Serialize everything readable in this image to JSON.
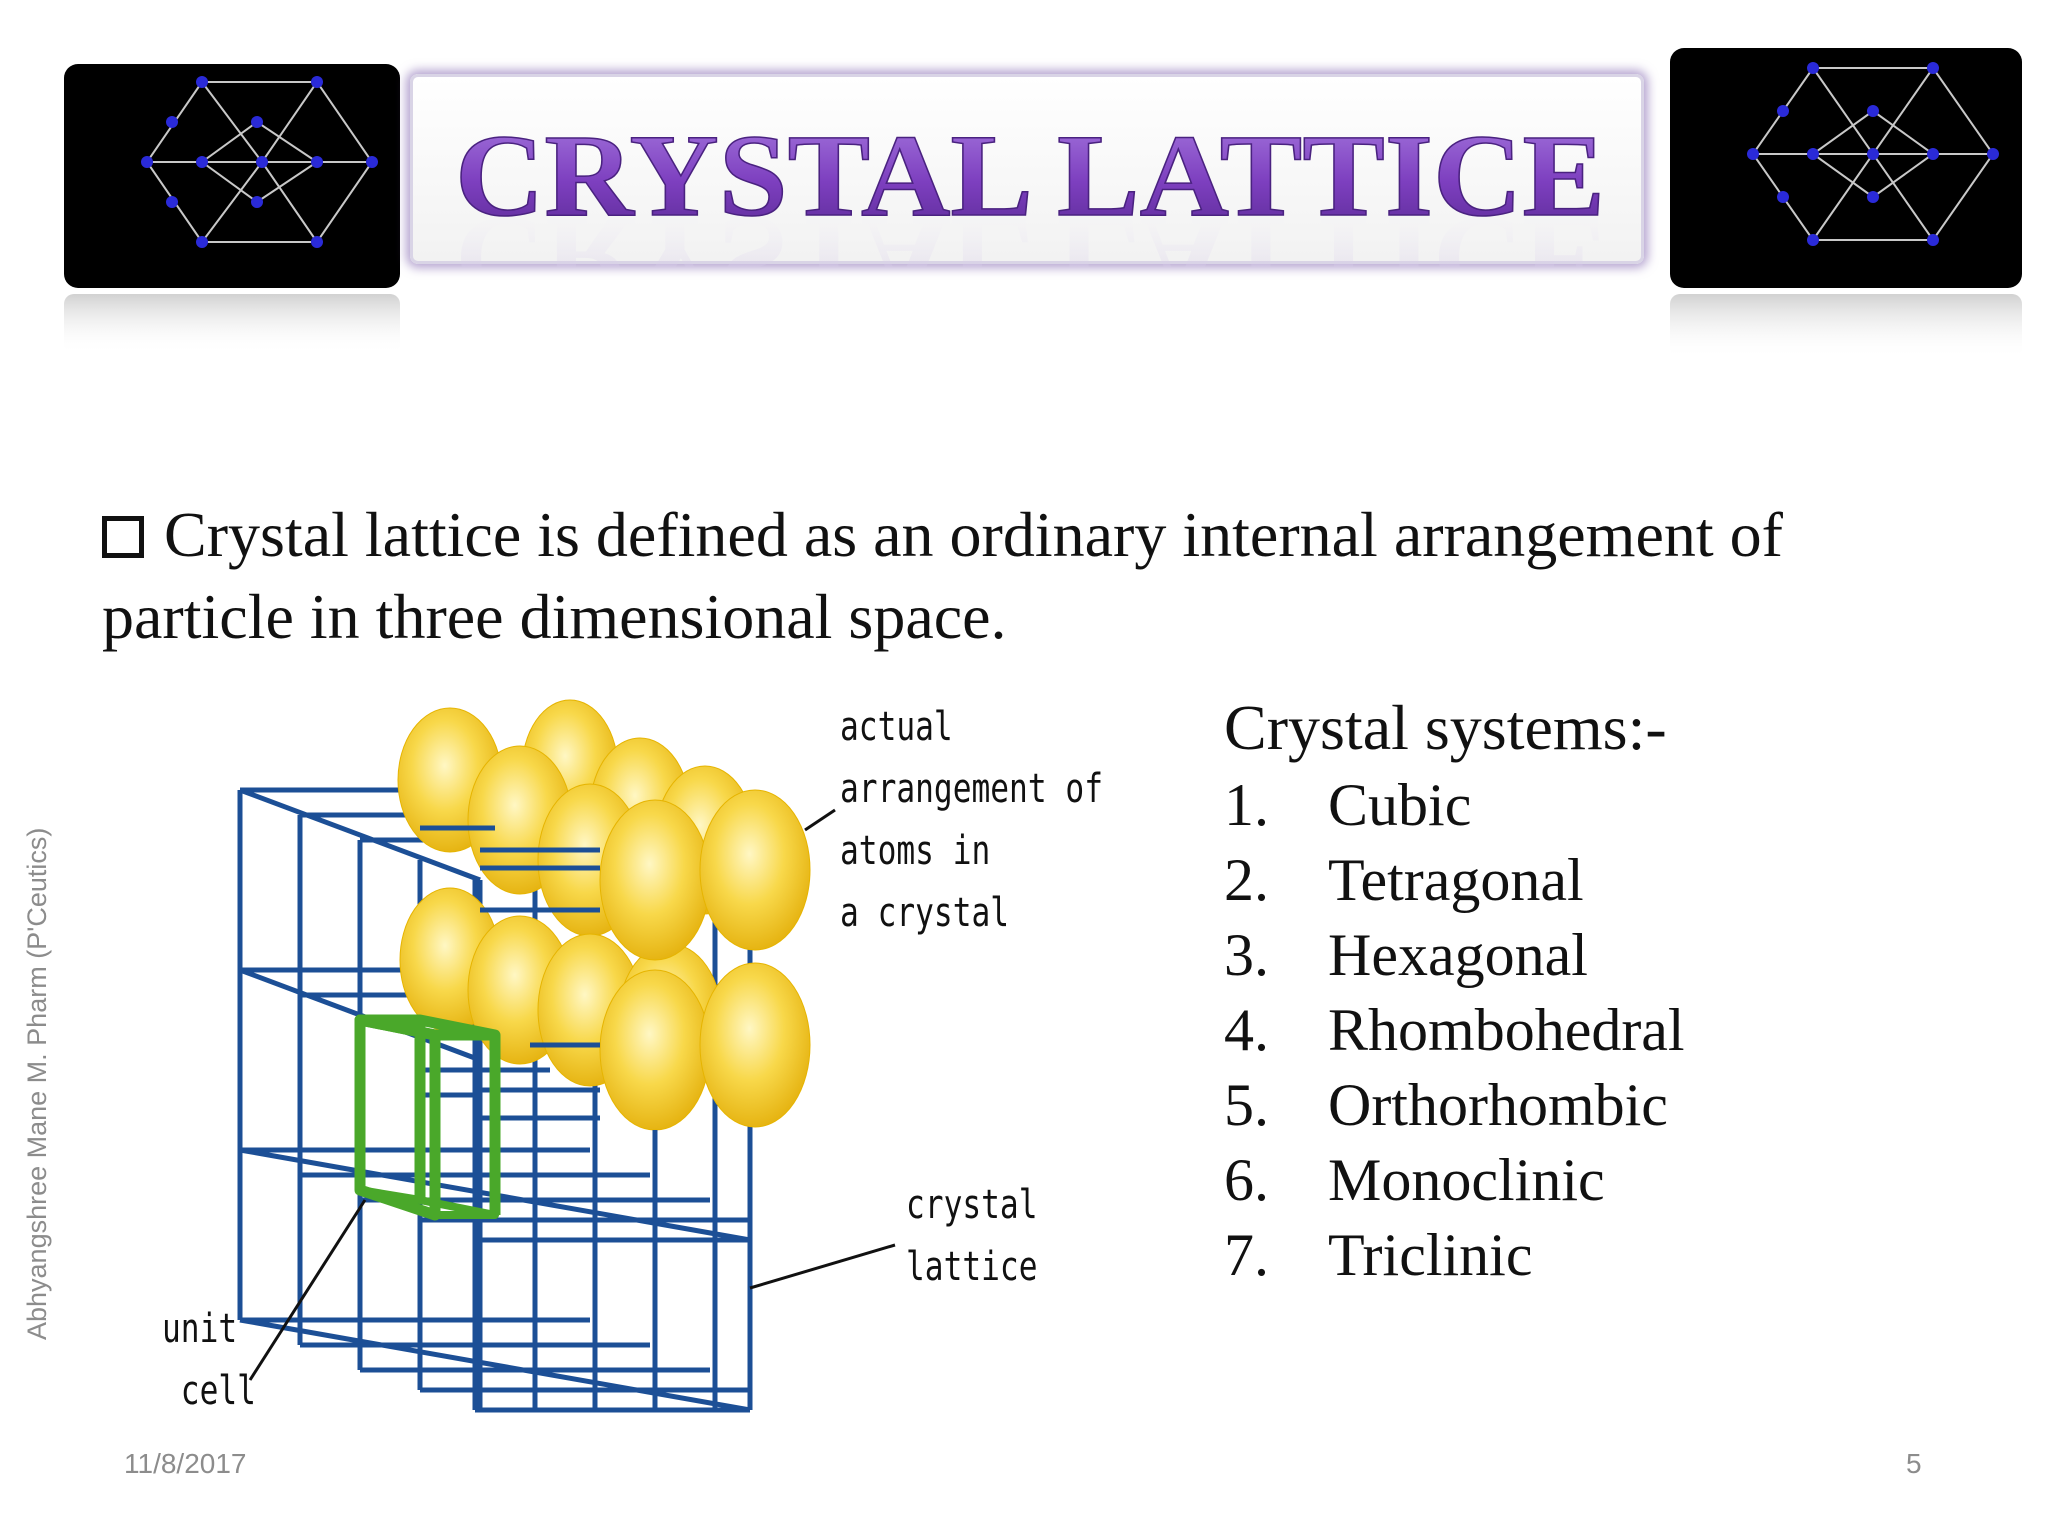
{
  "slide": {
    "title": "CRYSTAL LATTICE",
    "definition": "Crystal lattice is defined as an ordinary internal arrangement of particle in three dimensional space.",
    "systems_heading": "Crystal systems:-",
    "systems": [
      {
        "num": "1.",
        "name": "Cubic"
      },
      {
        "num": "2.",
        "name": "Tetragonal"
      },
      {
        "num": "3.",
        "name": "Hexagonal"
      },
      {
        "num": "4.",
        "name": "Rhombohedral"
      },
      {
        "num": "5.",
        "name": "Orthorhombic"
      },
      {
        "num": "6.",
        "name": "Monoclinic"
      },
      {
        "num": "7.",
        "name": "Triclinic"
      }
    ],
    "diagram_labels": {
      "actual": "actual\narrangement of\natoms in\na crystal",
      "lattice": "crystal\nlattice",
      "unit_cell": "unit\n cell"
    },
    "author": "Abhyangshree Mane M. Pharm (P'Ceutics)",
    "date": "11/8/2017",
    "page": "5"
  },
  "colors": {
    "title_purple": "#7d3fbf",
    "lattice_blue": "#1c4f96",
    "atom_yellow": "#f5c830",
    "unit_cell_green": "#4aa82a",
    "thumb_background": "#000000",
    "thumb_node": "#2a2ad8"
  }
}
